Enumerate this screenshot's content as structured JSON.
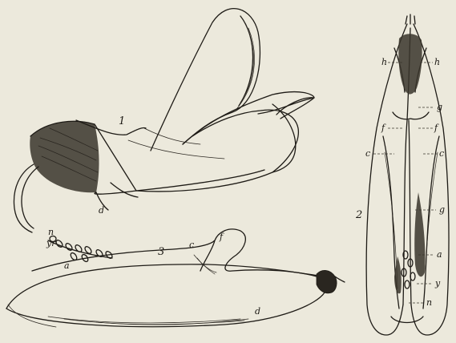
{
  "figures": {
    "fig1": {
      "number": "1",
      "labels": {
        "d": "d"
      }
    },
    "fig2": {
      "number": "2",
      "labels": {
        "h_left": "h",
        "h_right": "h",
        "g_top": "g",
        "f_left": "f",
        "f_right": "f",
        "c_left": "c",
        "c_right": "c",
        "g_mid": "g",
        "a": "a",
        "y": "y",
        "n": "n"
      }
    },
    "fig3": {
      "number": "3",
      "labels": {
        "n": "n",
        "yr": "yr",
        "a": "a",
        "c": "c",
        "f": "f",
        "d": "d"
      }
    }
  }
}
